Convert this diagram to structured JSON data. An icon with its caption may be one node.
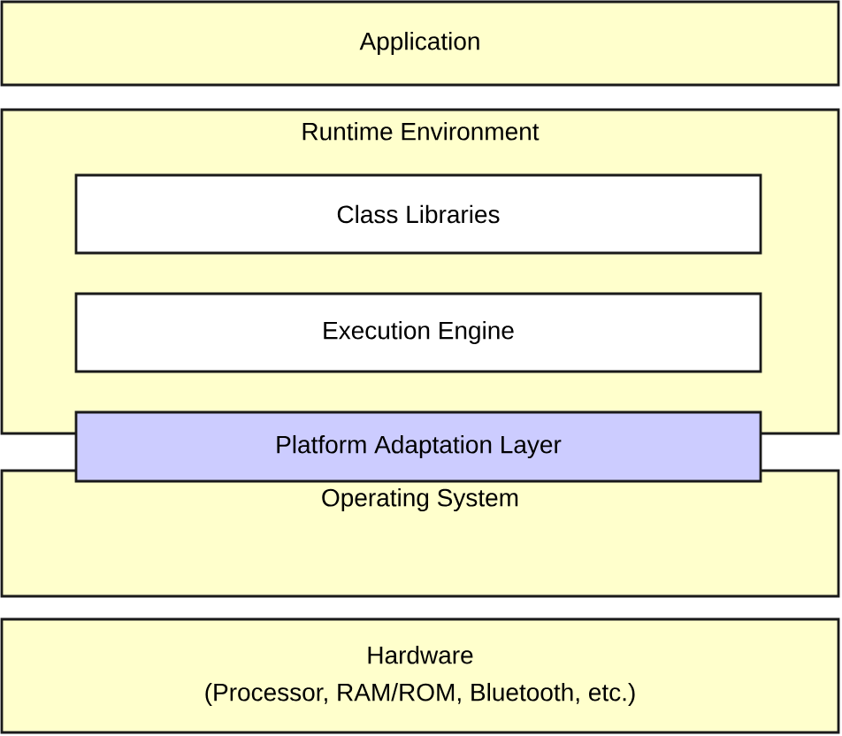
{
  "diagram": {
    "nodes": [
      {
        "text": [
          "Application"
        ]
      },
      {
        "text": [
          "Runtime Environment"
        ]
      },
      {
        "text": [
          "Class Libraries"
        ],
        "in": 1
      },
      {
        "text": [
          "Execution Engine"
        ],
        "in": 1
      },
      {
        "text": [
          "Platform Adaptation Layer"
        ]
      },
      {
        "text": [
          "Operating System"
        ]
      },
      {
        "text": [
          "Hardware",
          "(Processor, RAM/ROM, Bluetooth, etc.)"
        ]
      }
    ]
  }
}
